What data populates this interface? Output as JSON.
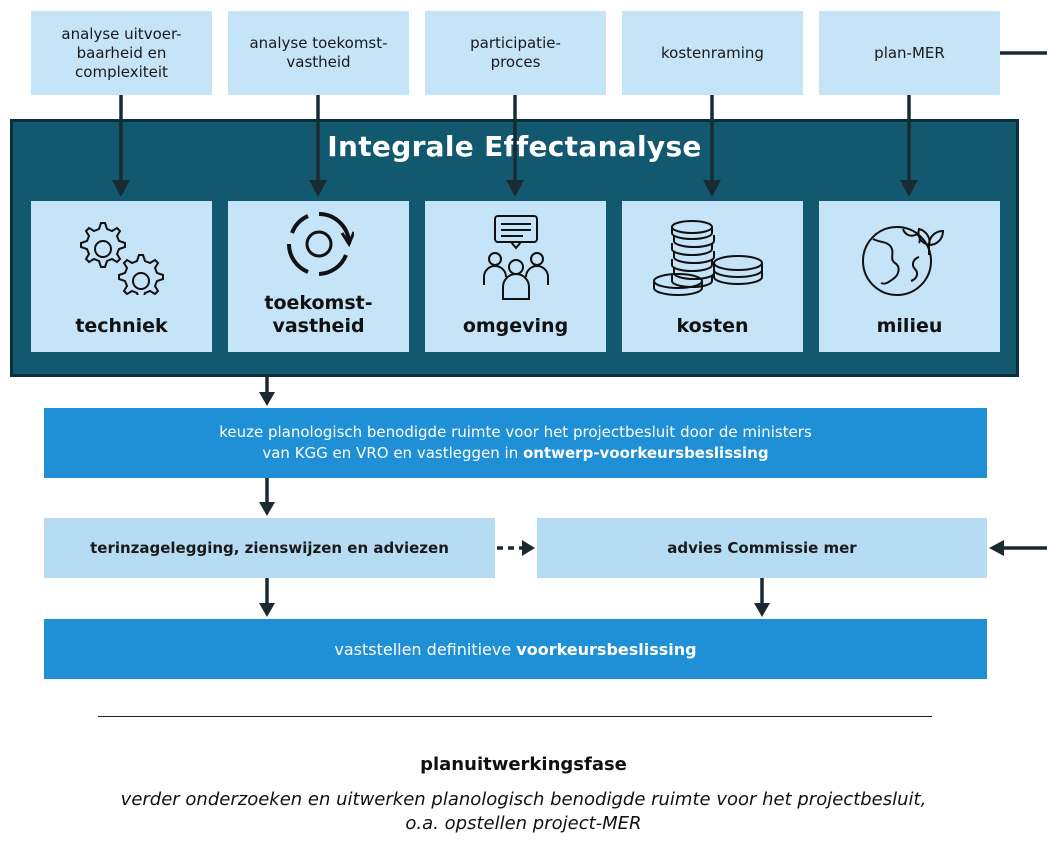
{
  "inputs": [
    "analyse uitvoer-\nbaarheid en\ncomplexiteit",
    "analyse toekomst-\nvastheid",
    "participatie-\nproces",
    "kostenraming",
    "plan-MER"
  ],
  "panel_title": "Integrale Effectanalyse",
  "categories": [
    {
      "label": "techniek",
      "icon": "gears-icon"
    },
    {
      "label": "toekomst-\nvastheid",
      "icon": "cycle-icon"
    },
    {
      "label": "omgeving",
      "icon": "people-chat-icon"
    },
    {
      "label": "kosten",
      "icon": "coins-icon"
    },
    {
      "label": "milieu",
      "icon": "globe-leaf-icon"
    }
  ],
  "keuze": {
    "line1": "keuze planologisch benodigde ruimte voor het projectbesluit door de ministers",
    "line2": "van KGG en VRO en vastleggen in ",
    "line2_bold": "ontwerp-voorkeursbeslissing"
  },
  "terinzage": "terinzagelegging, zienswijzen en adviezen",
  "advies": "advies Commissie mer",
  "vaststellen": {
    "text": "vaststellen definitieve ",
    "bold": "voorkeursbeslissing"
  },
  "phase_title": "planuitwerkingsfase",
  "phase_desc": "verder onderzoeken en uitwerken planologisch benodigde ruimte voor het projectbesluit,\no.a. opstellen project-MER",
  "colors": {
    "panel": "#12596f",
    "light_box": "#c5e4f7",
    "blue_box": "#1f8fd6",
    "arrow": "#1a2a33"
  }
}
